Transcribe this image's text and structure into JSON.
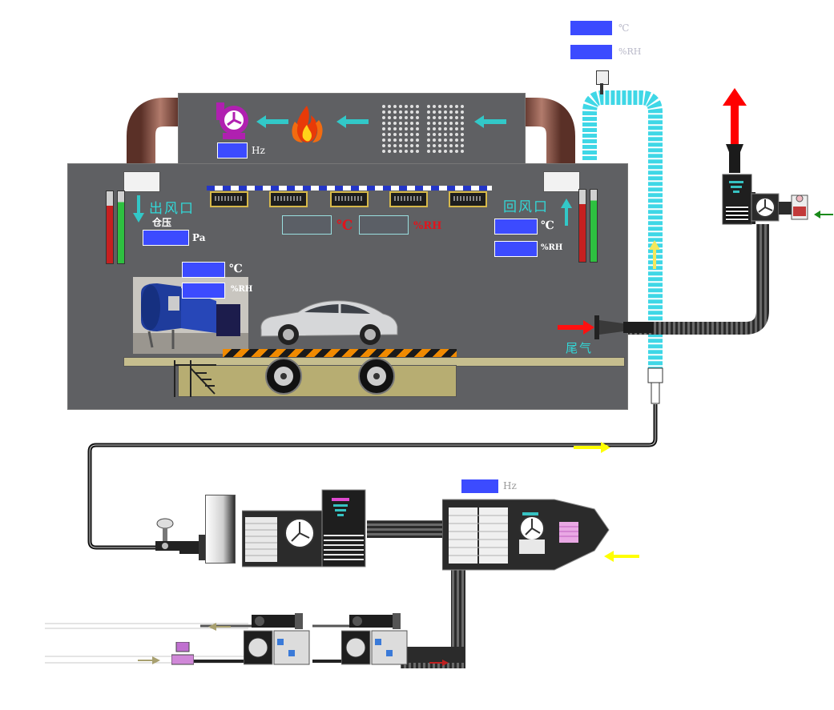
{
  "top_right_readouts": {
    "temp_unit": "℃",
    "humidity_unit": "%RH"
  },
  "top_duct": {
    "fan_hz_unit": "Hz"
  },
  "chamber": {
    "outlet_label": "出风口",
    "return_label": "回风口",
    "chamber_pressure_label": "仓压",
    "pressure_unit": "Pa",
    "center_temp_unit": "℃",
    "center_humidity_unit": "%RH",
    "return_temp_unit": "℃",
    "return_humidity_unit": "%RH",
    "fan_temp_unit": "℃",
    "fan_humidity_unit": "%RH",
    "exhaust_label": "尾气"
  },
  "ahu": {
    "hz_unit": "Hz"
  },
  "colors": {
    "readout_blue": "#3c4bff",
    "chamber_gray": "#5f6063",
    "duct_brown": "#7b4a42",
    "flex_cyan": "#3fd7e6",
    "arrow_cyan": "#32c8c8",
    "arrow_yellow": "#ffff00",
    "arrow_red": "#ff0000",
    "arrow_green": "#1a8a1a"
  }
}
